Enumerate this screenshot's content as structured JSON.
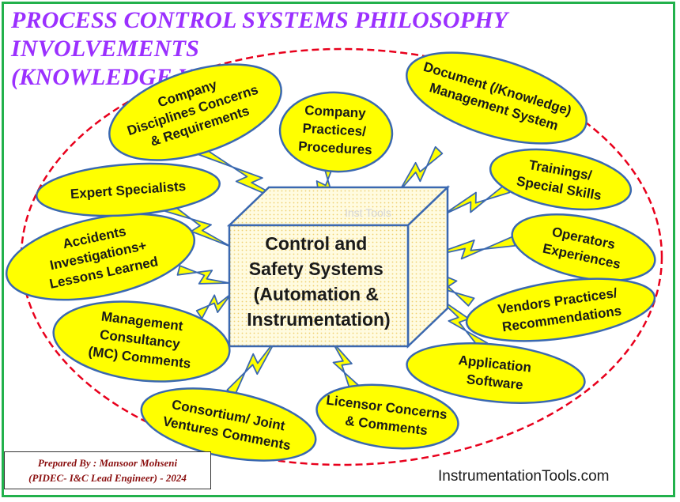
{
  "title": {
    "line1": "PROCESS CONTROL SYSTEMS PHILOSOPHY INVOLVEMENTS",
    "line2": "(KNOWLEDGE VIEW)"
  },
  "center": {
    "lines": [
      "Control and",
      "Safety Systems",
      "(Automation &",
      "Instrumentation)"
    ]
  },
  "nodes": [
    {
      "id": "company-disciplines",
      "lines": [
        "Company",
        "Disciplines Concerns",
        "& Requirements"
      ]
    },
    {
      "id": "company-practices",
      "lines": [
        "Company",
        "Practices/",
        "Procedures"
      ]
    },
    {
      "id": "document-management",
      "lines": [
        "Document (/Knowledge)",
        "Management System"
      ]
    },
    {
      "id": "trainings",
      "lines": [
        "Trainings/",
        "Special Skills"
      ]
    },
    {
      "id": "operators-experiences",
      "lines": [
        "Operators",
        "Experiences"
      ]
    },
    {
      "id": "vendors-practices",
      "lines": [
        "Vendors Practices/",
        "Recommendations"
      ]
    },
    {
      "id": "application-software",
      "lines": [
        "Application",
        "Software"
      ]
    },
    {
      "id": "licensor-concerns",
      "lines": [
        "Licensor Concerns",
        "& Comments"
      ]
    },
    {
      "id": "consortium",
      "lines": [
        "Consortium/ Joint",
        "Ventures Comments"
      ]
    },
    {
      "id": "management-consultancy",
      "lines": [
        "Management",
        "Consultancy",
        "(MC) Comments"
      ]
    },
    {
      "id": "accidents-investigations",
      "lines": [
        "Accidents",
        "Investigations+",
        "Lessons Learned"
      ]
    },
    {
      "id": "expert-specialists",
      "lines": [
        "Expert Specialists"
      ]
    }
  ],
  "watermark": "Inst Tools",
  "credit": {
    "line1": "Prepared By : Mansoor Mohseni",
    "line2": "(PIDEC- I&C Lead Engineer) - 2024"
  },
  "site": "InstrumentationTools.com",
  "colors": {
    "title": "#9b30ff",
    "frame": "#22b14c",
    "boundary": "#e8001c",
    "node_fill": "#ffff00",
    "node_stroke": "#3a68b0",
    "bolt_fill": "#ffff00",
    "box_front": "#fffbe0",
    "box_dots": "#f0d070",
    "credit_text": "#8b1010"
  }
}
